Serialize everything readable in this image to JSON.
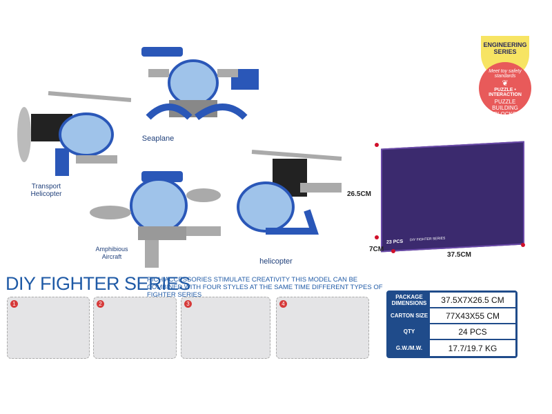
{
  "models": {
    "seaplane": "Seaplane",
    "transport": "Transport Helicopter",
    "amphibious": "Amphibious Aircraft",
    "helicopter": "helicopter"
  },
  "badge": {
    "series": "ENGINEERING SERIES",
    "safety": "Meet toy safety standards",
    "feature": "PUZZLE • INTERACTION",
    "type": "PUZZLE BUILDING BLOCKS"
  },
  "package": {
    "height": "26.5CM",
    "depth": "7CM",
    "width": "37.5CM",
    "box_pieces": "23 PCS",
    "box_title": "DIY FIGHTER SERIES"
  },
  "title": "DIY FIGHTER SERIES",
  "description": "RICH ACCESSORIES STIMULATE CREATIVITY THIS MODEL CAN BE COMBINED WITH FOUR STYLES AT THE SAME TIME DIFFERENT TYPES OF FIGHTER SERIES",
  "steps": [
    "1",
    "2",
    "3",
    "4"
  ],
  "specs": [
    {
      "label": "PACKAGE DIMENSIONS",
      "value": "37.5X7X26.5 CM"
    },
    {
      "label": "CARTON SIZE",
      "value": "77X43X55 CM"
    },
    {
      "label": "QTY",
      "value": "24 PCS"
    },
    {
      "label": "G.W./M.W.",
      "value": "17.7/19.7 KG"
    }
  ],
  "colors": {
    "brand_blue": "#1f5aa6",
    "table_blue": "#1f4b8a",
    "badge_yellow": "#f7e463",
    "badge_red": "#e85a5a",
    "box_purple": "#3b2a6e"
  }
}
